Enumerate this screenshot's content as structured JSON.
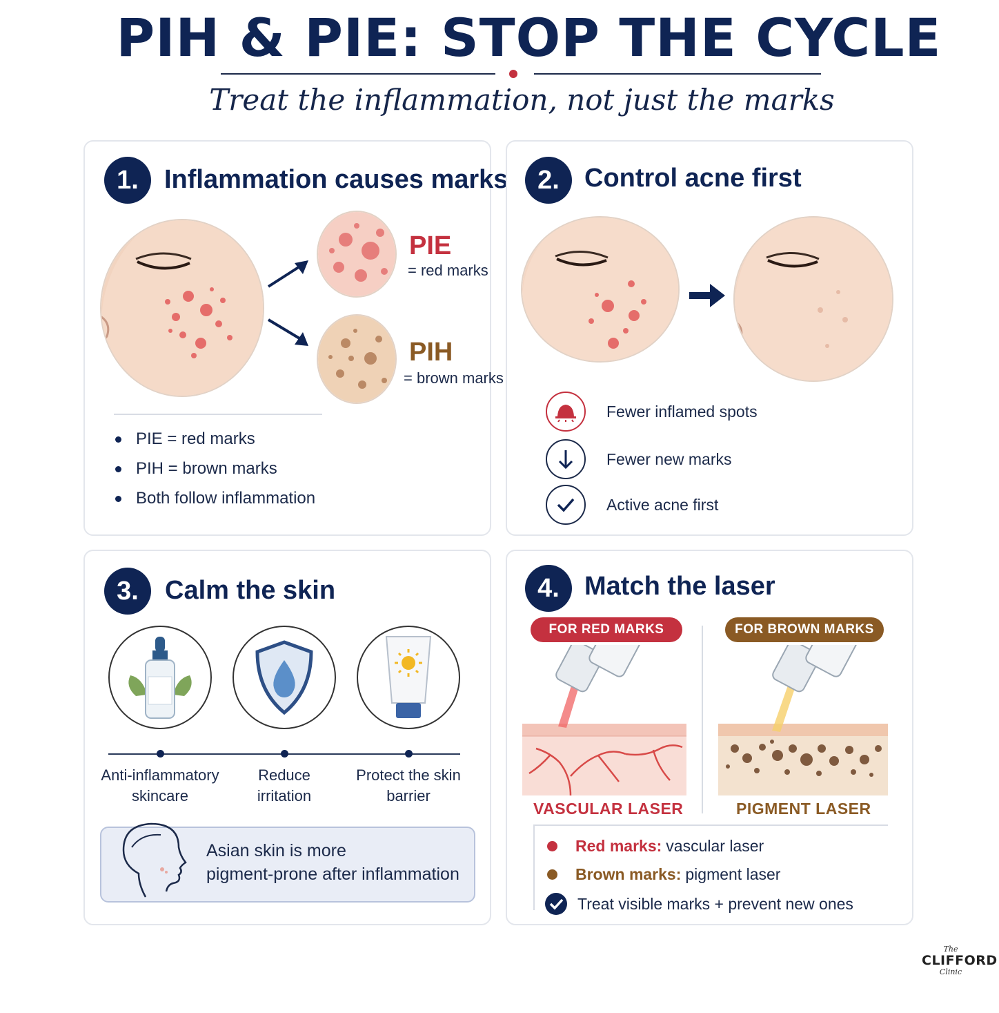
{
  "header": {
    "title": "PIH & PIE: STOP THE CYCLE",
    "subtitle": "Treat the inflammation, not just the marks"
  },
  "colors": {
    "navy": "#0f2454",
    "red": "#c4313f",
    "brown": "#8a5a24"
  },
  "panel1": {
    "number": "1.",
    "title": "Inflammation causes marks",
    "pie_label": "PIE",
    "pie_desc": "= red marks",
    "pih_label": "PIH",
    "pih_desc": "= brown marks",
    "bullets": [
      "PIE = red marks",
      "PIH = brown marks",
      "Both follow inflammation"
    ]
  },
  "panel2": {
    "number": "2.",
    "title": "Control acne first",
    "items": [
      {
        "icon": "inflamed-spot-icon",
        "text": "Fewer inflamed spots"
      },
      {
        "icon": "arrow-down-icon",
        "text": "Fewer new marks"
      },
      {
        "icon": "checkmark-icon",
        "text": "Active acne first"
      }
    ]
  },
  "panel3": {
    "number": "3.",
    "title": "Calm the skin",
    "items": [
      {
        "icon": "serum-bottle-icon",
        "line1": "Anti-inflammatory",
        "line2": "skincare"
      },
      {
        "icon": "shield-drop-icon",
        "line1": "Reduce",
        "line2": "irritation"
      },
      {
        "icon": "sunscreen-tube-icon",
        "line1": "Protect the skin",
        "line2": "barrier"
      }
    ],
    "note_line1": "Asian skin is more",
    "note_line2": "pigment-prone after inflammation"
  },
  "panel4": {
    "number": "4.",
    "title": "Match the laser",
    "red_pill": "FOR RED MARKS",
    "brown_pill": "FOR BROWN MARKS",
    "red_laser": "VASCULAR LASER",
    "brown_laser": "PIGMENT LASER",
    "legend": {
      "red_bold": "Red marks:",
      "red_text": "vascular laser",
      "brown_bold": "Brown marks:",
      "brown_text": "pigment laser",
      "check_text": "Treat visible marks + prevent new ones"
    }
  },
  "logo": {
    "top": "The",
    "name": "CLIFFORD",
    "bottom": "Clinic"
  }
}
